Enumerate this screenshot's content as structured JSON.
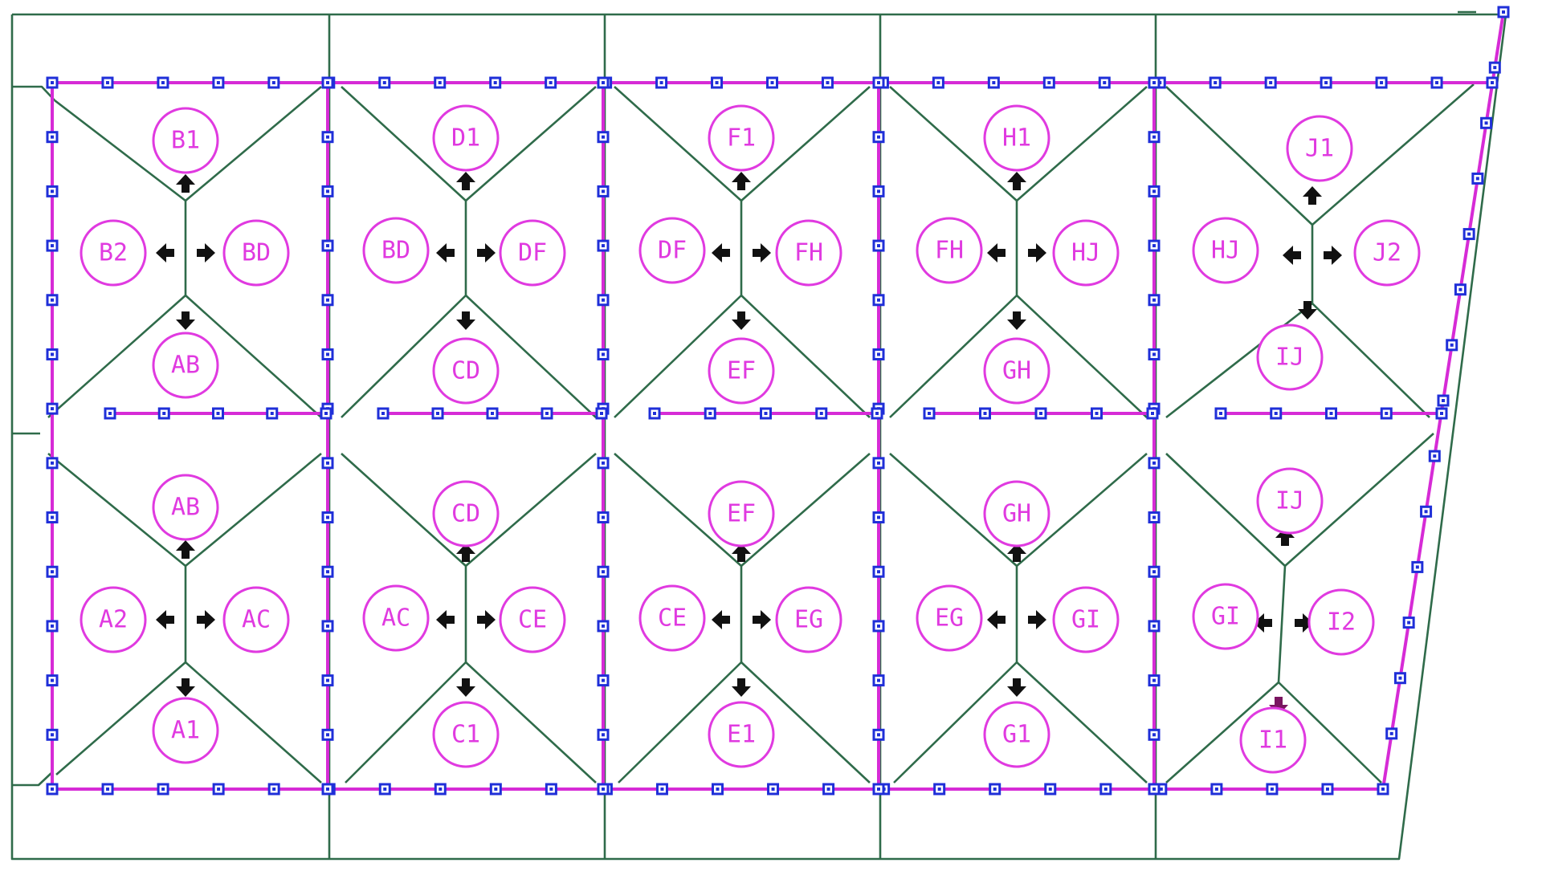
{
  "colors": {
    "outline": "#2f6b4a",
    "pipe": "#d62bd6",
    "node": "#1f2fd8",
    "label": "#e03ae0",
    "arrow": "#111111"
  },
  "icons": {
    "node": "blue-square-node",
    "flow": "black-arrow"
  },
  "labels": {
    "B1": "B1",
    "D1": "D1",
    "F1": "F1",
    "H1": "H1",
    "J1": "J1",
    "B2": "B2",
    "BD": "BD",
    "DF": "DF",
    "FH": "FH",
    "HJ": "HJ",
    "J2": "J2",
    "AB": "AB",
    "CD": "CD",
    "EF": "EF",
    "GH": "GH",
    "IJ": "IJ",
    "A2": "A2",
    "AC": "AC",
    "CE": "CE",
    "EG": "EG",
    "GI": "GI",
    "I2": "I2",
    "A1": "A1",
    "C1": "C1",
    "E1": "E1",
    "G1": "G1",
    "I1": "I1"
  }
}
